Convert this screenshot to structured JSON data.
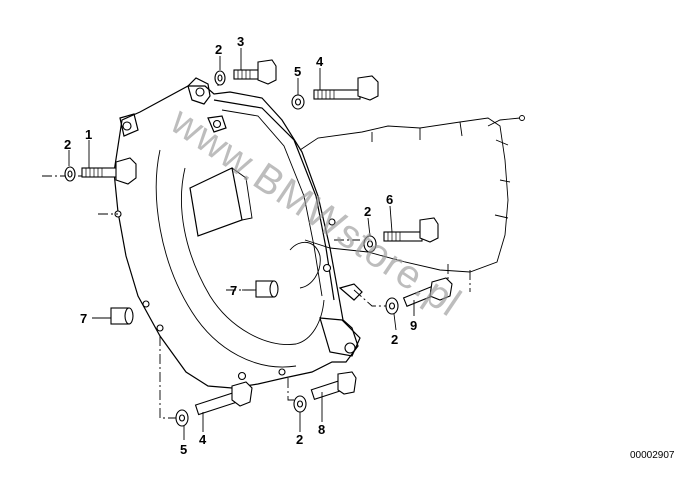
{
  "diagram": {
    "callouts": {
      "c1": "1",
      "c2a": "2",
      "c2b": "2",
      "c2c": "2",
      "c2d": "2",
      "c2e": "2",
      "c3": "3",
      "c4a": "4",
      "c4b": "4",
      "c5a": "5",
      "c5b": "5",
      "c6": "6",
      "c7a": "7",
      "c7b": "7",
      "c8": "8",
      "c9": "9"
    },
    "drawing_number": "00002907",
    "watermark": "www.BMWstore.pl"
  }
}
